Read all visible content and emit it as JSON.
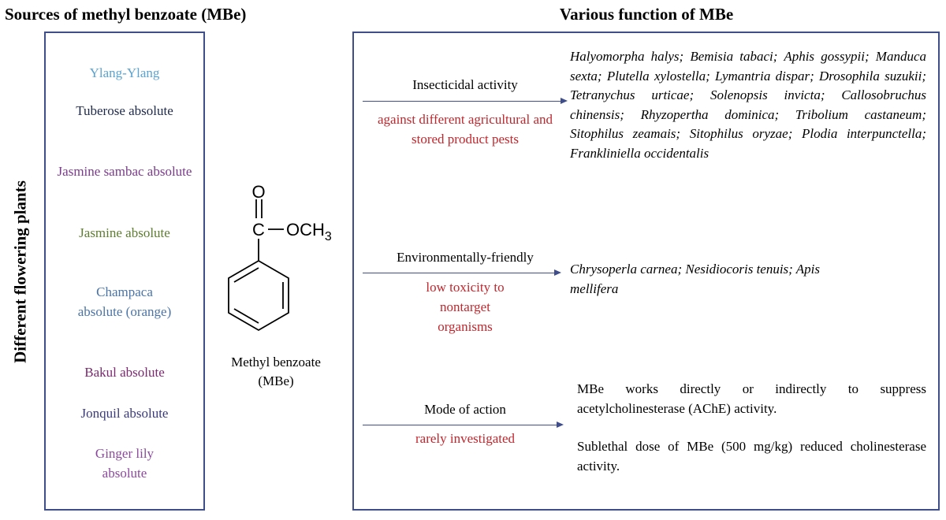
{
  "left_title": "Sources of methyl benzoate (MBe)",
  "right_title": "Various function of MBe",
  "side_label": "Different flowering plants",
  "sources": [
    {
      "text": "Ylang-Ylang",
      "color": "#5ba3d0"
    },
    {
      "text": "Tuberose absolute",
      "color": "#1f2a4a"
    },
    {
      "text": "Jasmine sambac absolute",
      "color": "#7b3a8c"
    },
    {
      "text": "Jasmine absolute",
      "color": "#5e7d2e"
    },
    {
      "text": "Champaca absolute (orange)",
      "color": "#4a74a8"
    },
    {
      "text": "Bakul absolute",
      "color": "#7b2a70"
    },
    {
      "text": "Jonquil absolute",
      "color": "#3a3a7a"
    },
    {
      "text": "Ginger lily absolute",
      "color": "#8b4a9c"
    }
  ],
  "molecule": {
    "o_label": "O",
    "c_label": "C",
    "och3_label": "OCH",
    "och3_sub": "3",
    "name_line1": "Methyl benzoate",
    "name_line2": "(MBe)"
  },
  "functions": [
    {
      "label": "Insecticidal activity",
      "desc": "against different agricultural and stored product pests"
    },
    {
      "label": "Environmentally-friendly",
      "desc": "low toxicity to nontarget organisms"
    },
    {
      "label": "Mode of action",
      "desc": "rarely investigated"
    }
  ],
  "insect_species": "Halyomorpha halys; Bemisia tabaci; Aphis gossypii; Manduca sexta; Plutella xylostella; Lymantria dispar; Drosophila suzukii; Tetranychus urticae; Solenopsis invicta; Callosobruchus chinensis; Rhyzopertha dominica; Tribolium castaneum; Sitophilus zeamais; Sitophilus oryzae; Plodia interpunctella; Frankliniella occidentalis",
  "nontarget_species": "Chrysoperla carnea; Nesidiocoris tenuis; Apis mellifera",
  "moa_text_1": "MBe works directly or indirectly to suppress acetylcholinesterase (AChE) activity.",
  "moa_text_2": "Sublethal dose of MBe (500 mg/kg) reduced cholinesterase activity.",
  "colors": {
    "box_border": "#3f4d8a",
    "desc_red": "#c0272d"
  }
}
